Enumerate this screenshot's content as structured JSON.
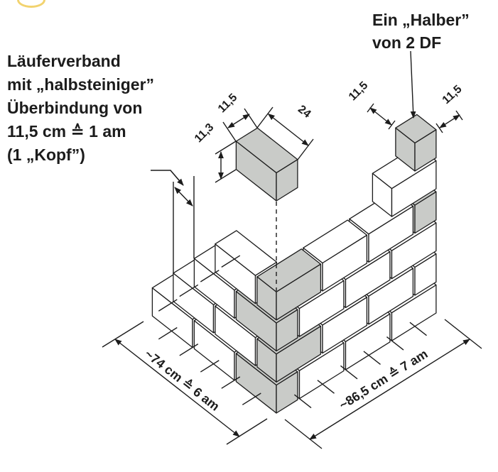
{
  "colors": {
    "background": "#ffffff",
    "line": "#1c1c1c",
    "brick_fill": "#ffffff",
    "brick_highlight": "#c9cbc8",
    "accent_yellow": "#eec43f"
  },
  "left_annotation": {
    "lines": [
      "Läuferverband",
      "mit „halbsteiniger”",
      "Überbindung von",
      "11,5 cm ≙ 1 am",
      "(1 „Kopf”)"
    ]
  },
  "halber_annotation": {
    "lines": [
      "Ein „Halber”",
      "von 2 DF"
    ]
  },
  "dimension_labels": {
    "brick_height": "11,3",
    "brick_width": "11,5",
    "brick_length": "24",
    "halber_width_left": "11,5",
    "halber_width_right": "11,5",
    "left_wall_length": "~74 cm ≙ 6 am",
    "right_wall_length": "~86,5 cm ≙ 7 am"
  },
  "diagram": {
    "left_wall_modules": 6,
    "right_wall_modules": 7,
    "brick_format": "2 DF",
    "overlap_cm": "11,5"
  }
}
